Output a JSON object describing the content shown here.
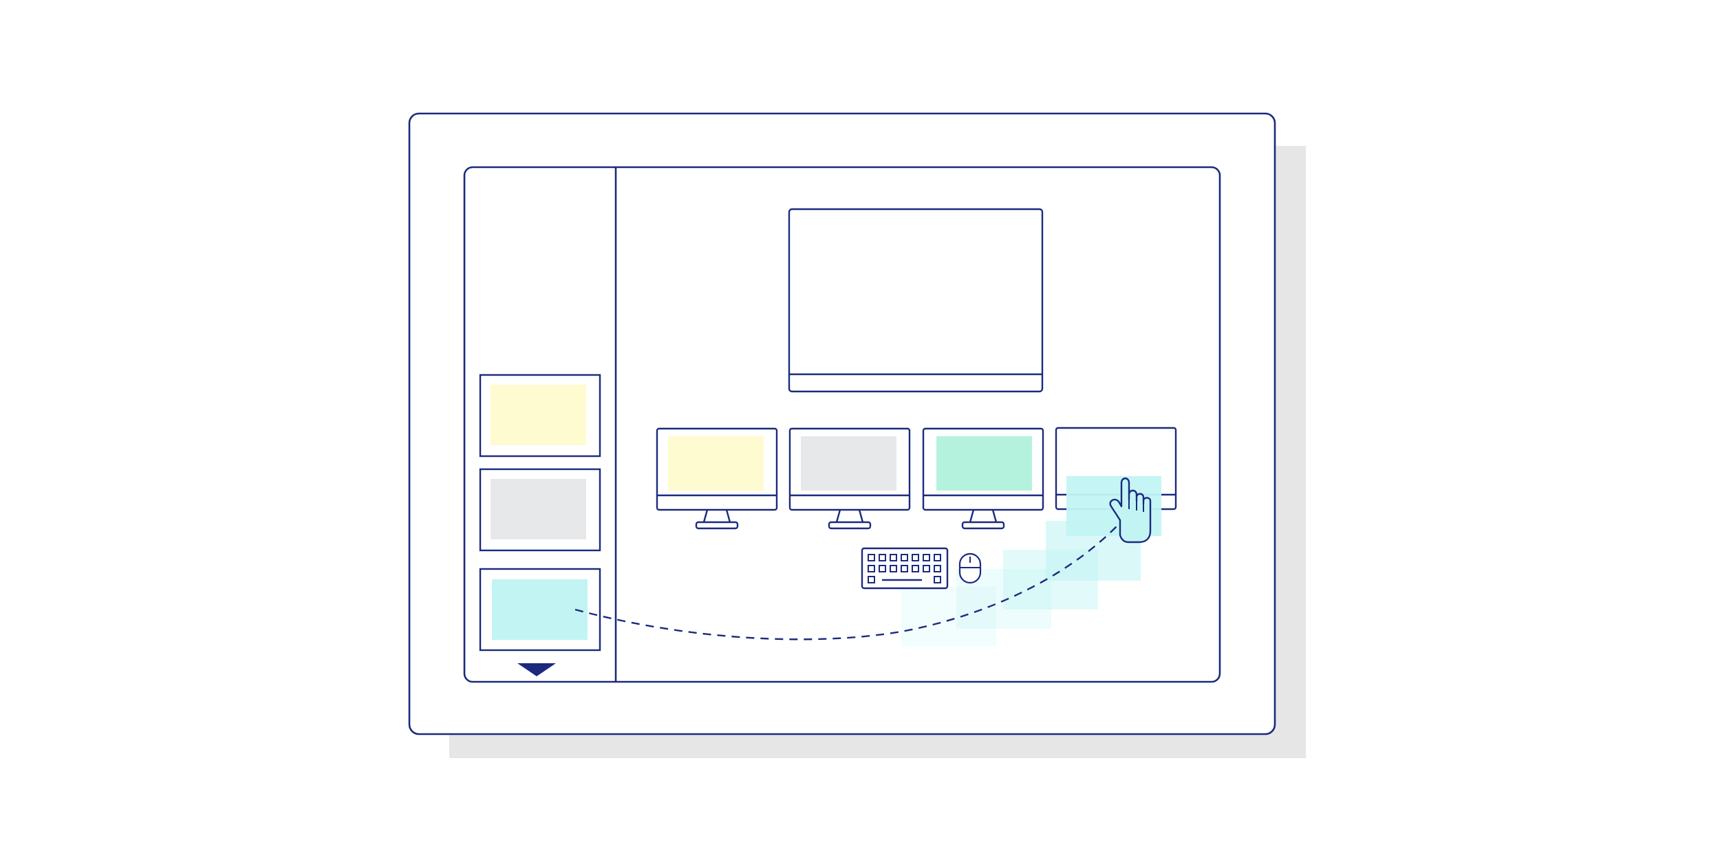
{
  "colors": {
    "stroke": "#1b2a7e",
    "shadow": "#e6e6e7",
    "background": "#ffffff",
    "yellow": "#fffbd1",
    "gray": "#e6e8ea",
    "mint": "#b5f2de",
    "cyan": "#c2f4f4"
  },
  "sidebar": {
    "thumbnails": [
      {
        "name": "thumbnail-yellow",
        "fill": "yellow"
      },
      {
        "name": "thumbnail-gray",
        "fill": "gray"
      },
      {
        "name": "thumbnail-cyan",
        "fill": "cyan"
      }
    ],
    "scroll_icon": "triangle-down-icon"
  },
  "stage": {
    "main_display": {
      "fill": "background"
    },
    "monitors": [
      {
        "name": "monitor-yellow",
        "fill": "yellow"
      },
      {
        "name": "monitor-gray",
        "fill": "gray"
      },
      {
        "name": "monitor-mint",
        "fill": "mint"
      },
      {
        "name": "monitor-empty",
        "fill": "background"
      }
    ],
    "input_icons": [
      "keyboard-icon",
      "mouse-icon"
    ],
    "drag": {
      "cursor_icon": "hand-pointer-icon",
      "source": "thumbnail-cyan",
      "target": "monitor-empty"
    }
  }
}
